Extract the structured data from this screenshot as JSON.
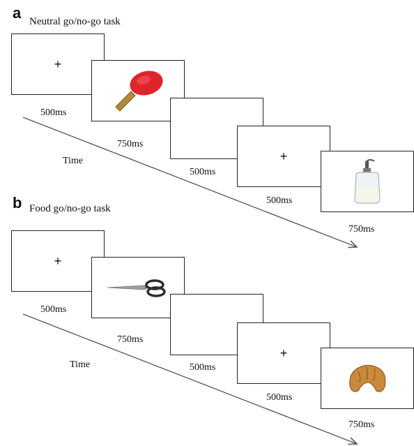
{
  "panel_a": {
    "letter": "a",
    "title": "Neutral go/no-go   task",
    "time_label": "Time",
    "fixation": "+",
    "durations": [
      "500ms",
      "750ms",
      "500ms",
      "500ms",
      "750ms"
    ],
    "stimuli": [
      "ping-pong-paddle",
      "soap-dispenser"
    ]
  },
  "panel_b": {
    "letter": "b",
    "title": "Food go/no-go   task",
    "time_label": "Time",
    "fixation": "+",
    "durations": [
      "500ms",
      "750ms",
      "500ms",
      "500ms",
      "750ms"
    ],
    "stimuli": [
      "scissors",
      "croissant"
    ]
  },
  "colors": {
    "paddle_red": "#e0242c",
    "paddle_handle": "#b08a3a",
    "croissant": "#c98a3c",
    "line": "#555555"
  }
}
